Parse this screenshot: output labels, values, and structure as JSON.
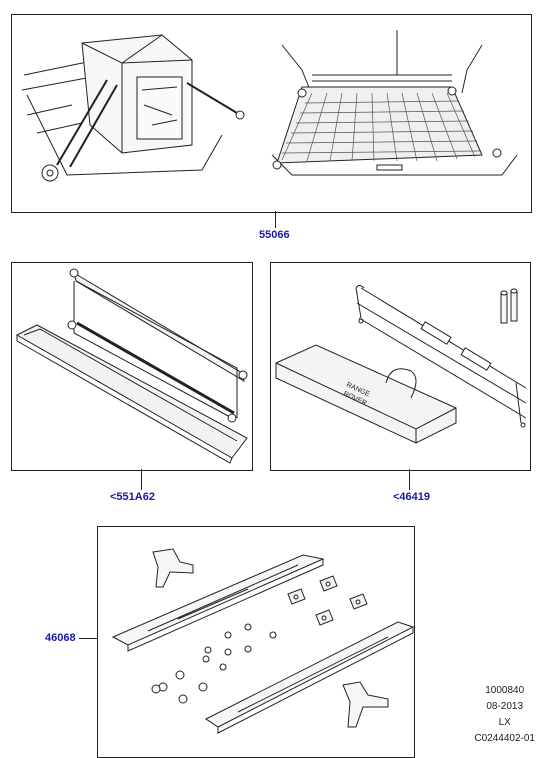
{
  "callouts": {
    "cargo_kit": "55066",
    "load_cover": "<551A62",
    "luggage_barrier": "<46419",
    "side_steps": "46068"
  },
  "metadata": {
    "ref": "1000840",
    "date": "08-2013",
    "model": "LX",
    "code": "C0244402-01"
  },
  "colors": {
    "callout": "#1a1aa0",
    "line": "#222222",
    "part_fill": "#f4f4f4"
  }
}
